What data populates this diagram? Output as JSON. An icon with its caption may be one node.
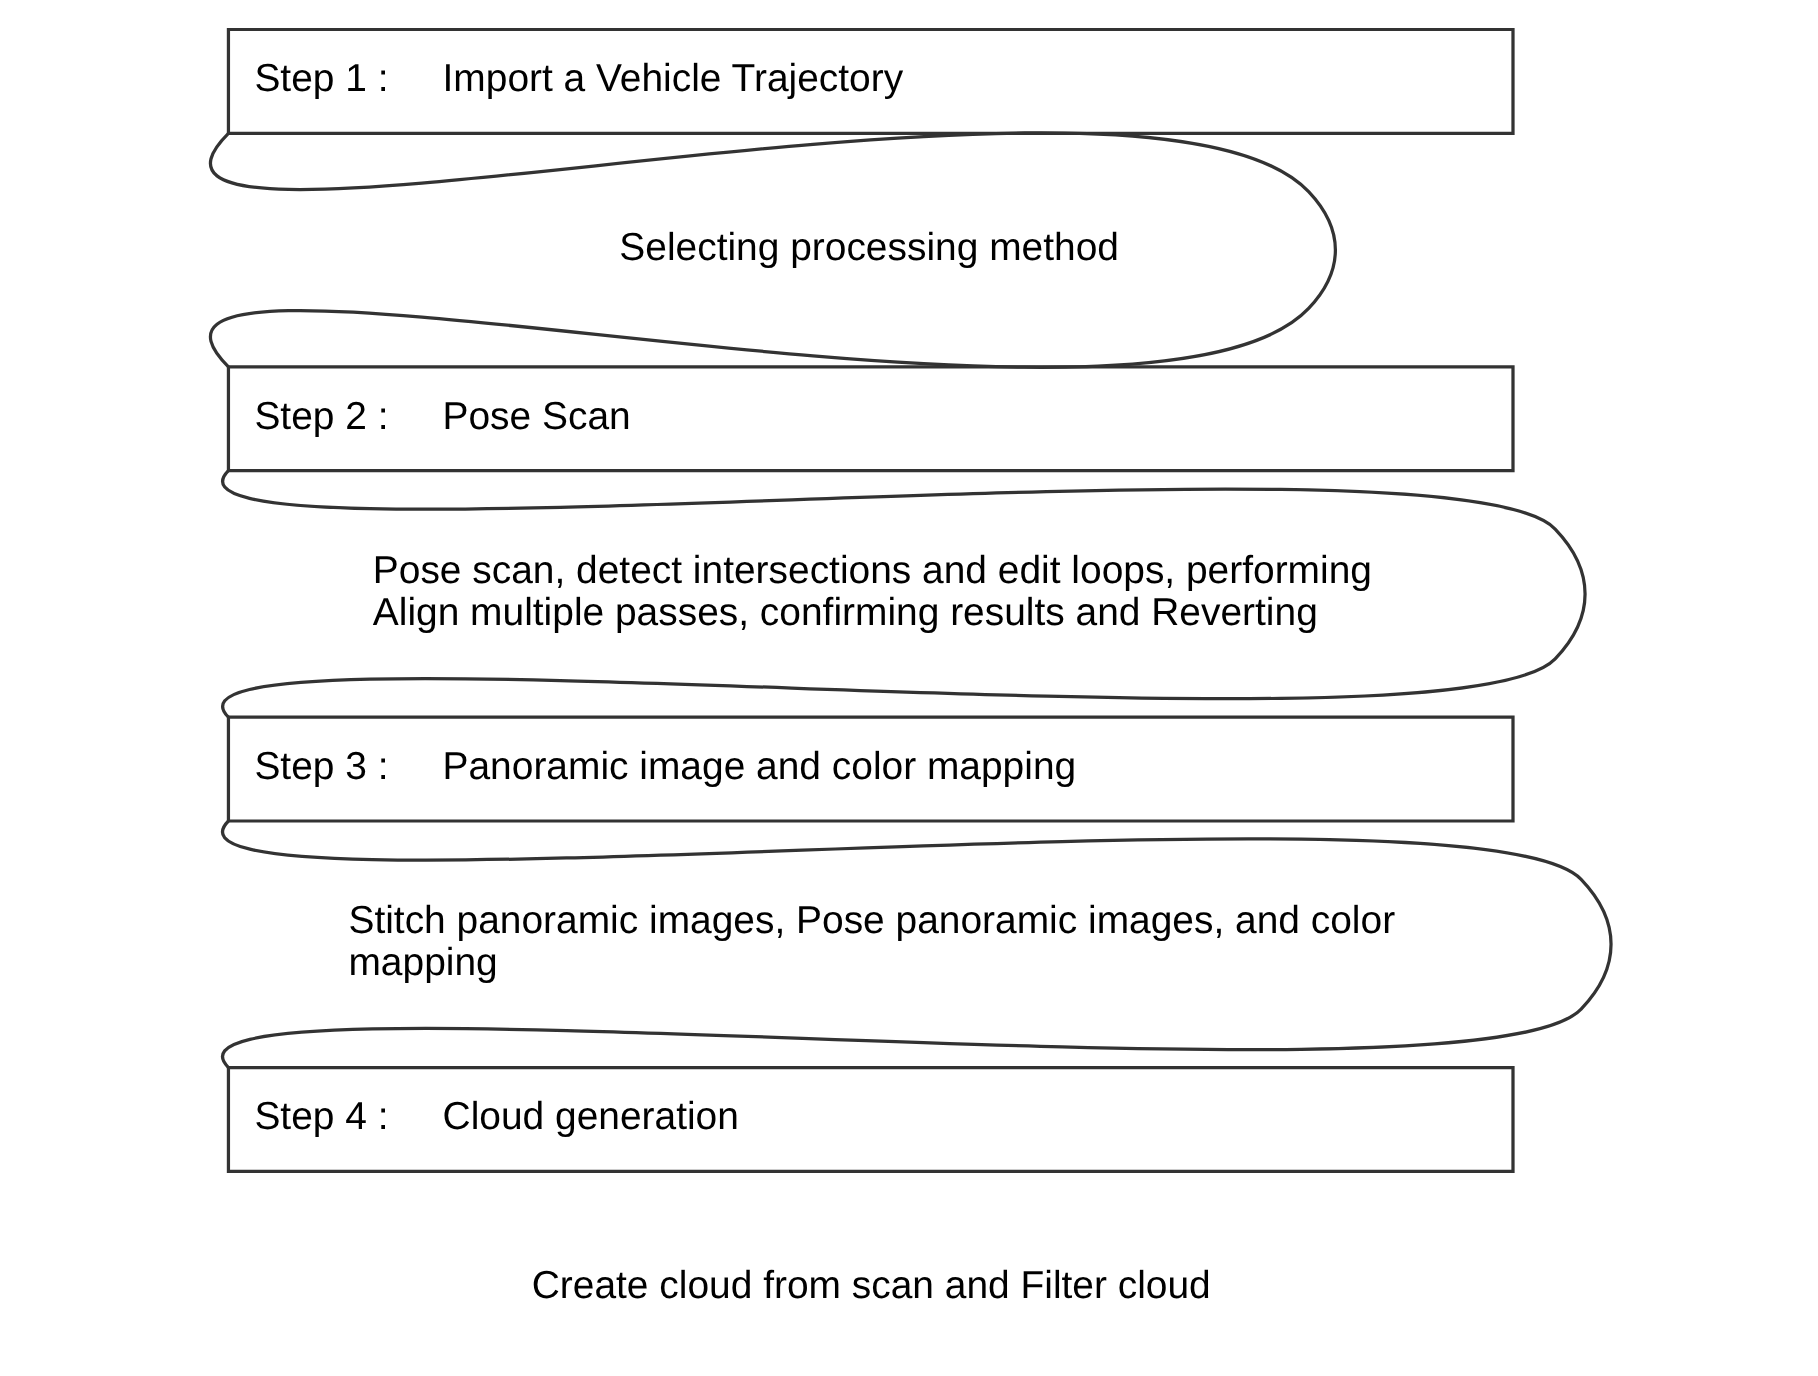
{
  "diagram": {
    "nodes": [
      {
        "text": [
          "Step 1 :",
          "Import a Vehicle Trajectory"
        ],
        "beside": [
          "Selecting processing method"
        ]
      },
      {
        "text": [
          "Step 2 :",
          "Pose Scan"
        ],
        "beside": [
          "Pose scan, detect intersections and edit loops, performing Align multiple passes, confirming results and Reverting"
        ]
      },
      {
        "text": [
          "Step 3 :",
          "Panoramic image and color mapping"
        ],
        "beside": [
          "Stitch panoramic images, Pose panoramic images, and color mapping"
        ]
      },
      {
        "text": [
          "Step 4 :",
          "Cloud generation"
        ],
        "beside": [
          "Create cloud from scan and Filter cloud"
        ]
      }
    ],
    "edges": [
      {
        "from": 0,
        "to": 1,
        "arrow": "none"
      },
      {
        "from": 1,
        "to": 2,
        "arrow": "none"
      },
      {
        "from": 2,
        "to": 3,
        "arrow": "none"
      }
    ]
  }
}
